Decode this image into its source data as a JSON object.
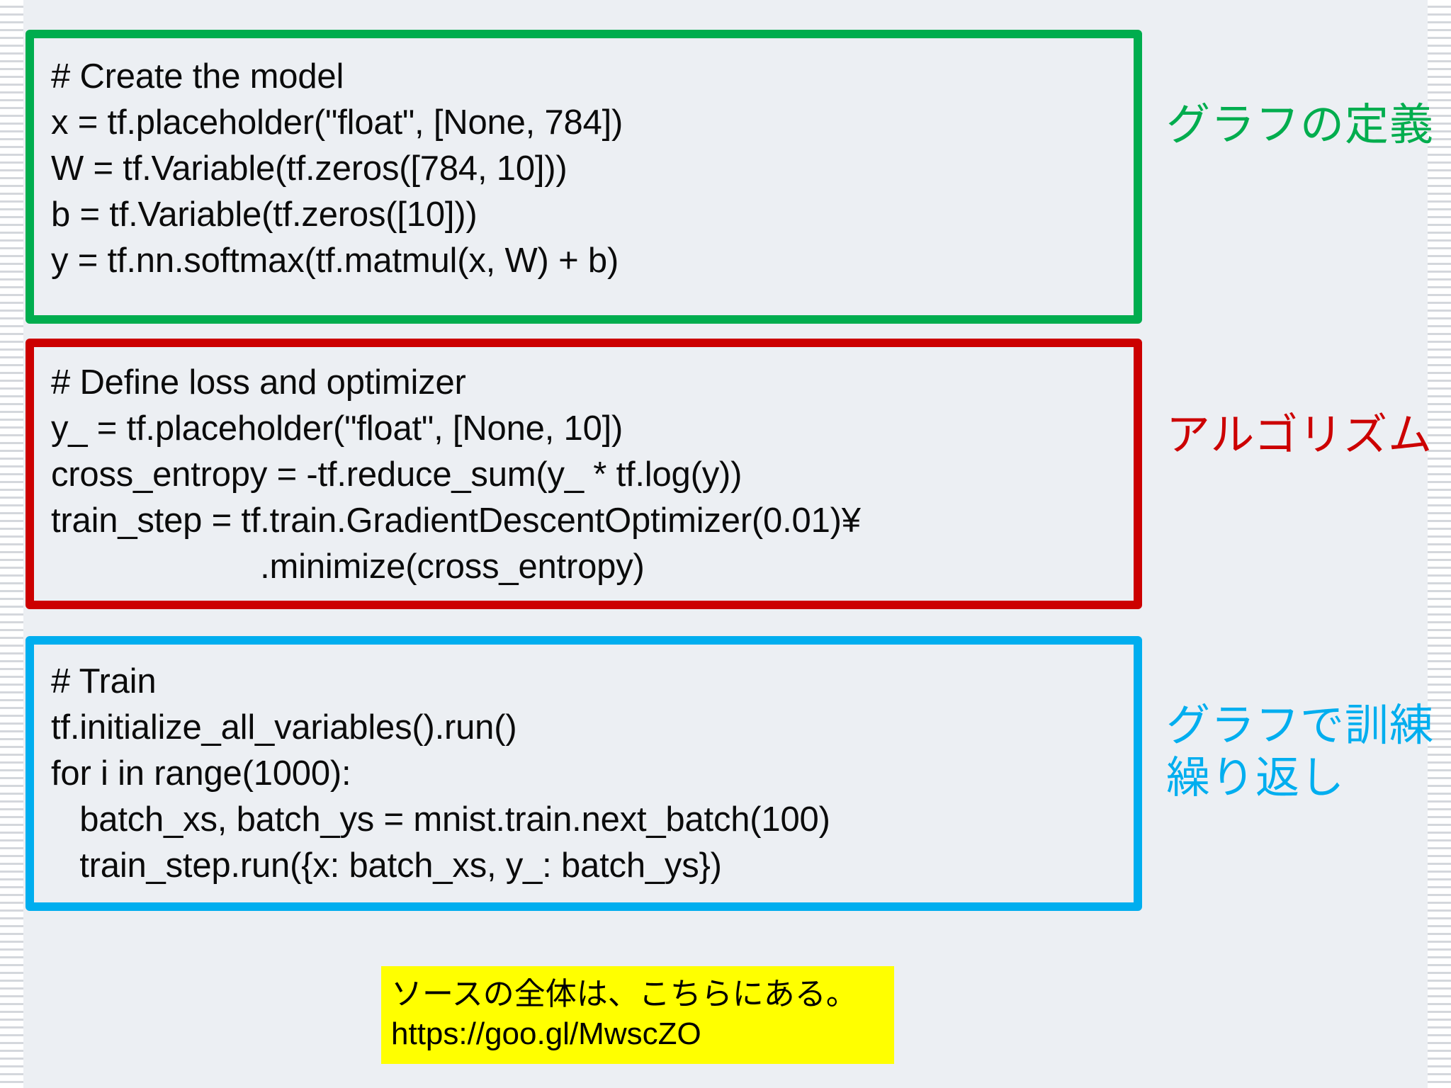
{
  "slide": {
    "background_color": "#eceff3",
    "stripe_color": "#d4d7dc"
  },
  "boxes": {
    "graph": {
      "border_color": "#00ad4e",
      "code": "# Create the model\nx = tf.placeholder(\"float\", [None, 784])\nW = tf.Variable(tf.zeros([784, 10]))\nb = tf.Variable(tf.zeros([10]))\ny = tf.nn.softmax(tf.matmul(x, W) + b)"
    },
    "algorithm": {
      "border_color": "#cc0000",
      "code": "# Define loss and optimizer\ny_ = tf.placeholder(\"float\", [None, 10])\ncross_entropy = -tf.reduce_sum(y_ * tf.log(y))\ntrain_step = tf.train.GradientDescentOptimizer(0.01)¥\n                      .minimize(cross_entropy)"
    },
    "train": {
      "border_color": "#00aeef",
      "code": "# Train\ntf.initialize_all_variables().run()\nfor i in range(1000):\n   batch_xs, batch_ys = mnist.train.next_batch(100)\n   train_step.run({x: batch_xs, y_: batch_ys})"
    }
  },
  "annotations": {
    "graph": "グラフの定義",
    "algorithm": "アルゴリズム",
    "train": "グラフで訓練\n繰り返し"
  },
  "source_note": {
    "background_color": "#ffff00",
    "line1": "ソースの全体は、こちらにある。",
    "line2": "https://goo.gl/MwscZO"
  }
}
